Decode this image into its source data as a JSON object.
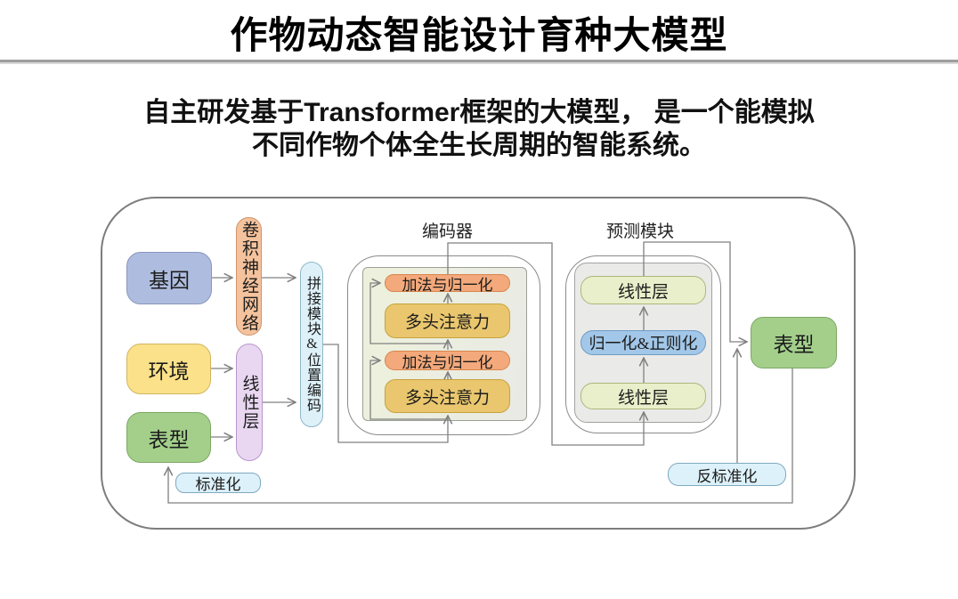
{
  "slide": {
    "title": "作物动态智能设计育种大模型",
    "subtitle_line1": "自主研发基于Transformer框架的大模型， 是一个能模拟",
    "subtitle_line2": "不同作物个体全生长周期的智能系统。"
  },
  "diagram": {
    "inputs": {
      "gene": "基因",
      "environment": "环境",
      "phenotype": "表型"
    },
    "preprocess": {
      "cnn": "卷积神经网络",
      "linear": "线性层",
      "concat": "拼接模块&位置编码"
    },
    "encoder": {
      "label": "编码器",
      "add_norm_1": "加法与归一化",
      "attention_1": "多头注意力",
      "add_norm_2": "加法与归一化",
      "attention_2": "多头注意力"
    },
    "predictor": {
      "label": "预测模块",
      "linear_top": "线性层",
      "norm_reg": "归一化&正则化",
      "linear_bottom": "线性层"
    },
    "output": {
      "phenotype": "表型"
    },
    "feedback": {
      "standardize": "标准化",
      "destandardize": "反标准化"
    }
  },
  "colors": {
    "gene_fill": "#aebddf",
    "environment_fill": "#fbe189",
    "phenotype_fill": "#a3cf8b",
    "cnn_fill": "#f4c29c",
    "linear_fill": "#e9d7f2",
    "concat_fill": "#def1f9",
    "add_norm_fill": "#f3a97b",
    "attention_fill": "#eac76e",
    "pred_linear_fill": "#e9efca",
    "norm_reg_fill": "#a2c7e8",
    "feedback_fill": "#ddf1fa",
    "wire": "#808080"
  }
}
